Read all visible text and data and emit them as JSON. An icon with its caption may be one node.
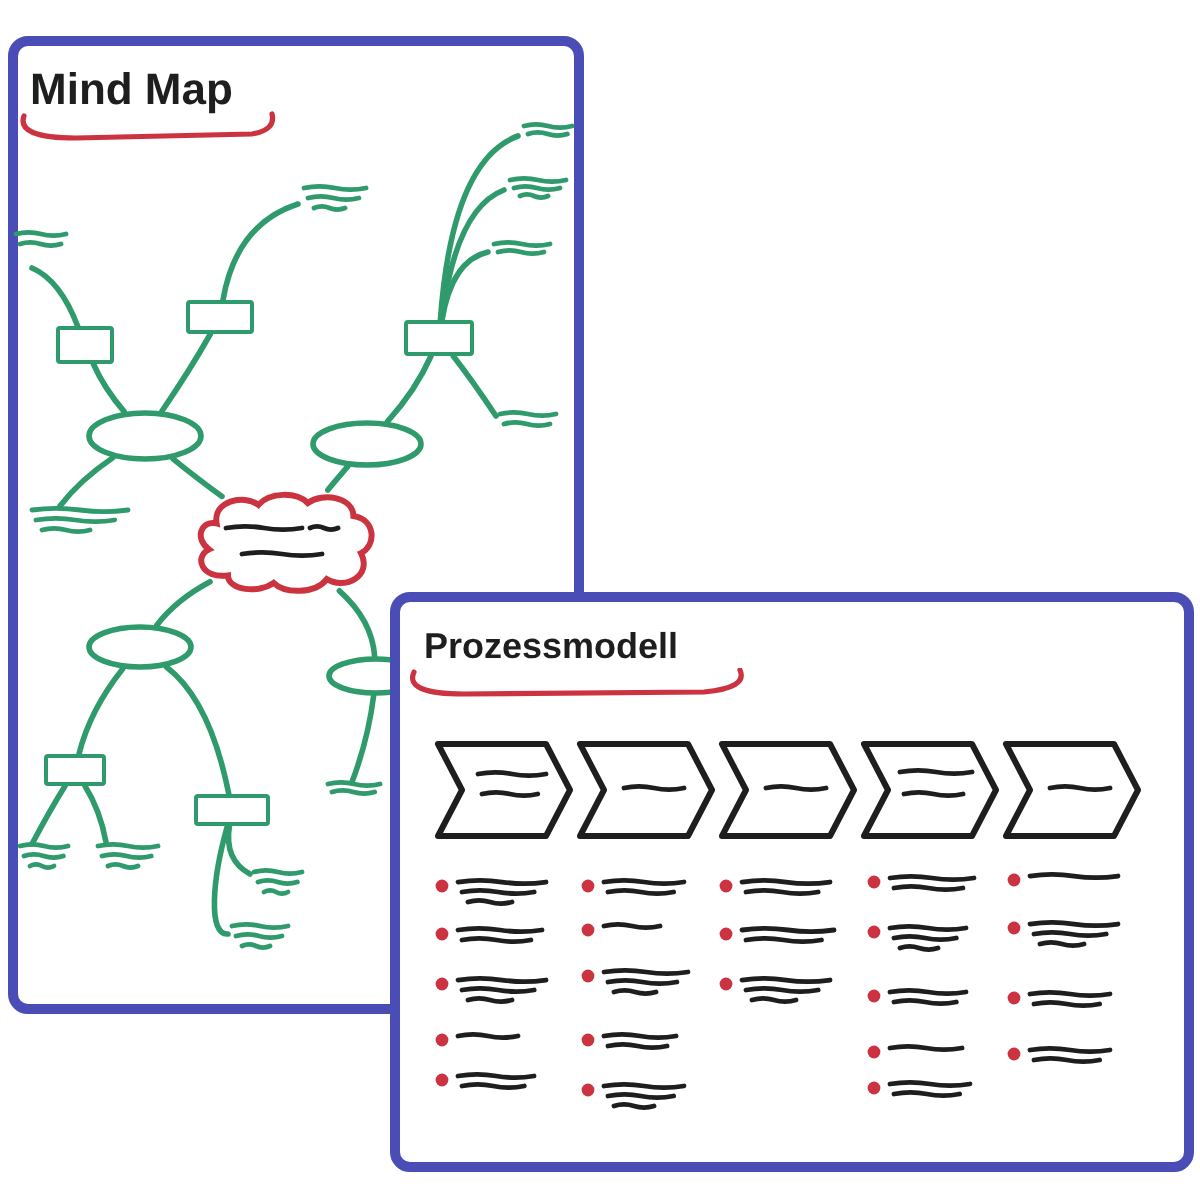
{
  "diagram": {
    "nodes": [
      {
        "text": [
          "Mind Map"
        ]
      },
      {
        "text": [],
        "shape": "box",
        "in": 0
      },
      {
        "text": [],
        "shape": "box",
        "in": 0
      },
      {
        "text": [],
        "shape": "box",
        "in": 0
      },
      {
        "text": [],
        "shape": "ellipse",
        "in": 0
      },
      {
        "text": [],
        "shape": "ellipse",
        "in": 0
      },
      {
        "text": [],
        "shape": "cloud",
        "in": 0
      },
      {
        "text": [],
        "shape": "ellipse",
        "in": 0
      },
      {
        "text": [],
        "shape": "ellipse",
        "in": 0
      },
      {
        "text": [],
        "shape": "box",
        "in": 0
      },
      {
        "text": [],
        "shape": "box",
        "in": 0
      },
      {
        "text": [
          "Prozessmodell"
        ]
      },
      {
        "text": [],
        "shape": "chevron"
      },
      {
        "text": [],
        "shape": "chevron",
        "in": 11
      },
      {
        "text": [],
        "shape": "chevron",
        "in": 11
      },
      {
        "text": [],
        "shape": "chevron",
        "in": 11
      },
      {
        "text": [],
        "shape": "chevron",
        "in": 11
      }
    ],
    "edges": [
      {
        "from": 6,
        "to": 4,
        "arrow": "none"
      },
      {
        "from": 6,
        "to": 5,
        "arrow": "none"
      },
      {
        "from": 6,
        "to": 7,
        "arrow": "none"
      },
      {
        "from": 6,
        "to": 8,
        "arrow": "none"
      },
      {
        "from": 4,
        "to": 3,
        "arrow": "none"
      },
      {
        "from": 4,
        "to": 1,
        "arrow": "none"
      },
      {
        "from": 5,
        "to": 2,
        "arrow": "none"
      },
      {
        "from": 7,
        "to": 9,
        "arrow": "none"
      },
      {
        "from": 7,
        "to": 10,
        "arrow": "none"
      },
      {
        "from": 3,
        "to": null,
        "arrow": "none"
      },
      {
        "from": 4,
        "to": null,
        "arrow": "none"
      },
      {
        "from": 1,
        "to": null,
        "arrow": "none"
      },
      {
        "from": 2,
        "to": null,
        "arrow": "none"
      },
      {
        "from": 2,
        "to": null,
        "arrow": "none"
      },
      {
        "from": 2,
        "to": null,
        "arrow": "none"
      },
      {
        "from": 2,
        "to": null,
        "arrow": "none"
      },
      {
        "from": 8,
        "to": null,
        "arrow": "none"
      },
      {
        "from": 9,
        "to": null,
        "arrow": "none"
      },
      {
        "from": 9,
        "to": null,
        "arrow": "none"
      },
      {
        "from": 10,
        "to": null,
        "arrow": "none"
      },
      {
        "from": 10,
        "to": null,
        "arrow": "none"
      }
    ]
  }
}
